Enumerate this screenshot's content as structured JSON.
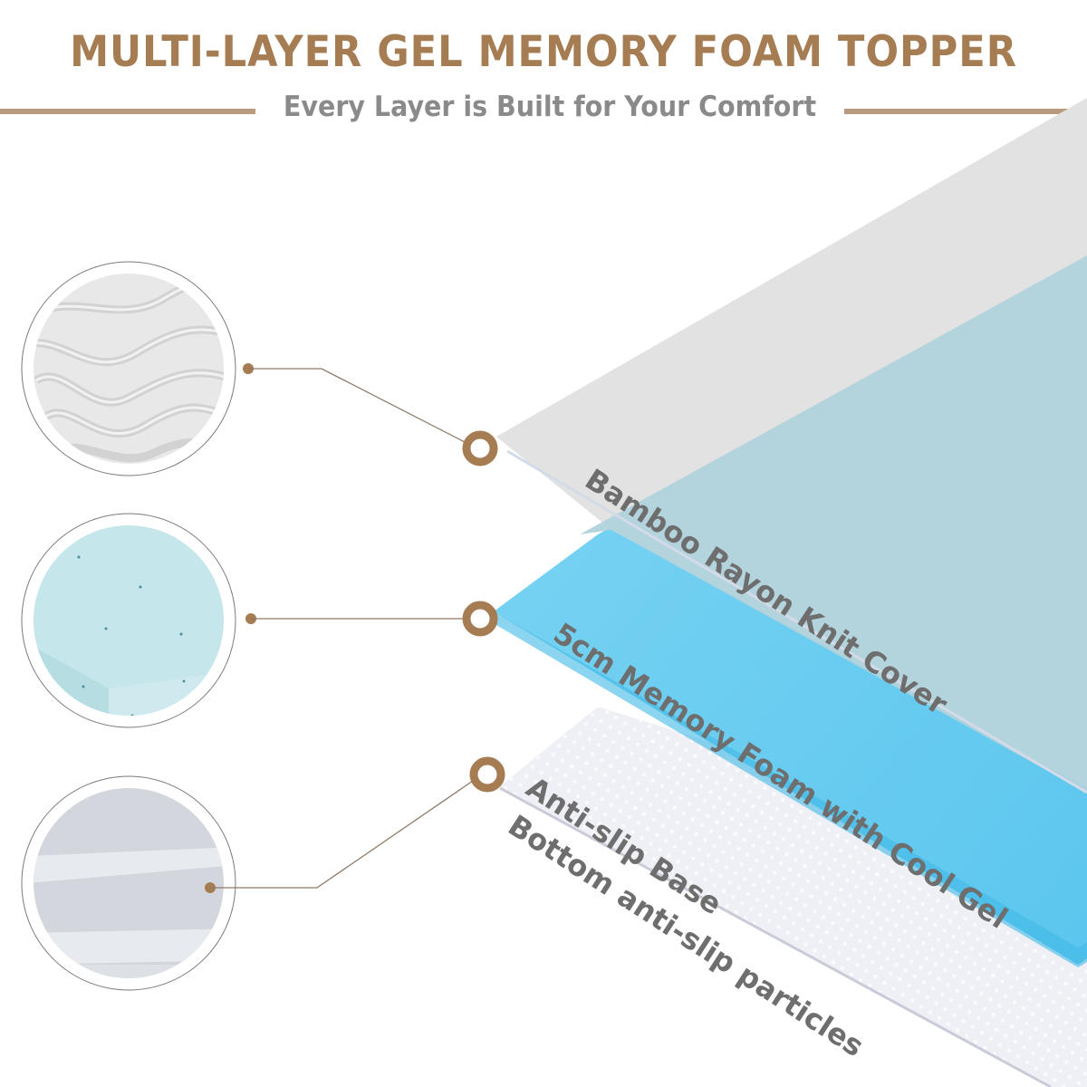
{
  "header": {
    "title": "MULTI-LAYER GEL MEMORY FOAM TOPPER",
    "subtitle": "Every Layer is Built for Your Comfort"
  },
  "colors": {
    "brand_brown": "#a67c52",
    "rule_brown": "#b89a7e",
    "subtitle_gray": "#8a8a8a",
    "label_gray": "#6e6e6e",
    "cover_gray": "#e2e2e2",
    "cover_overlay_blue": "#b0d2dc",
    "foam_blue": "#6ccdf0",
    "foam_edge_blue": "#3fb9e6",
    "base_white": "#eef0f6"
  },
  "layers": [
    {
      "id": "cover",
      "label": "Bamboo Rayon Knit Cover",
      "swatch": "quilted-wave-fabric-swatch",
      "swatch_color": "#e6e6e6"
    },
    {
      "id": "foam",
      "label": "5cm Memory Foam with Cool Gel",
      "swatch": "gel-foam-swatch",
      "swatch_color": "#c5e6ea"
    },
    {
      "id": "base",
      "label": "Anti-slip Base",
      "sublabel": "Bottom anti-slip particles",
      "swatch": "anti-slip-fabric-swatch",
      "swatch_color": "#d3d7dd"
    }
  ]
}
